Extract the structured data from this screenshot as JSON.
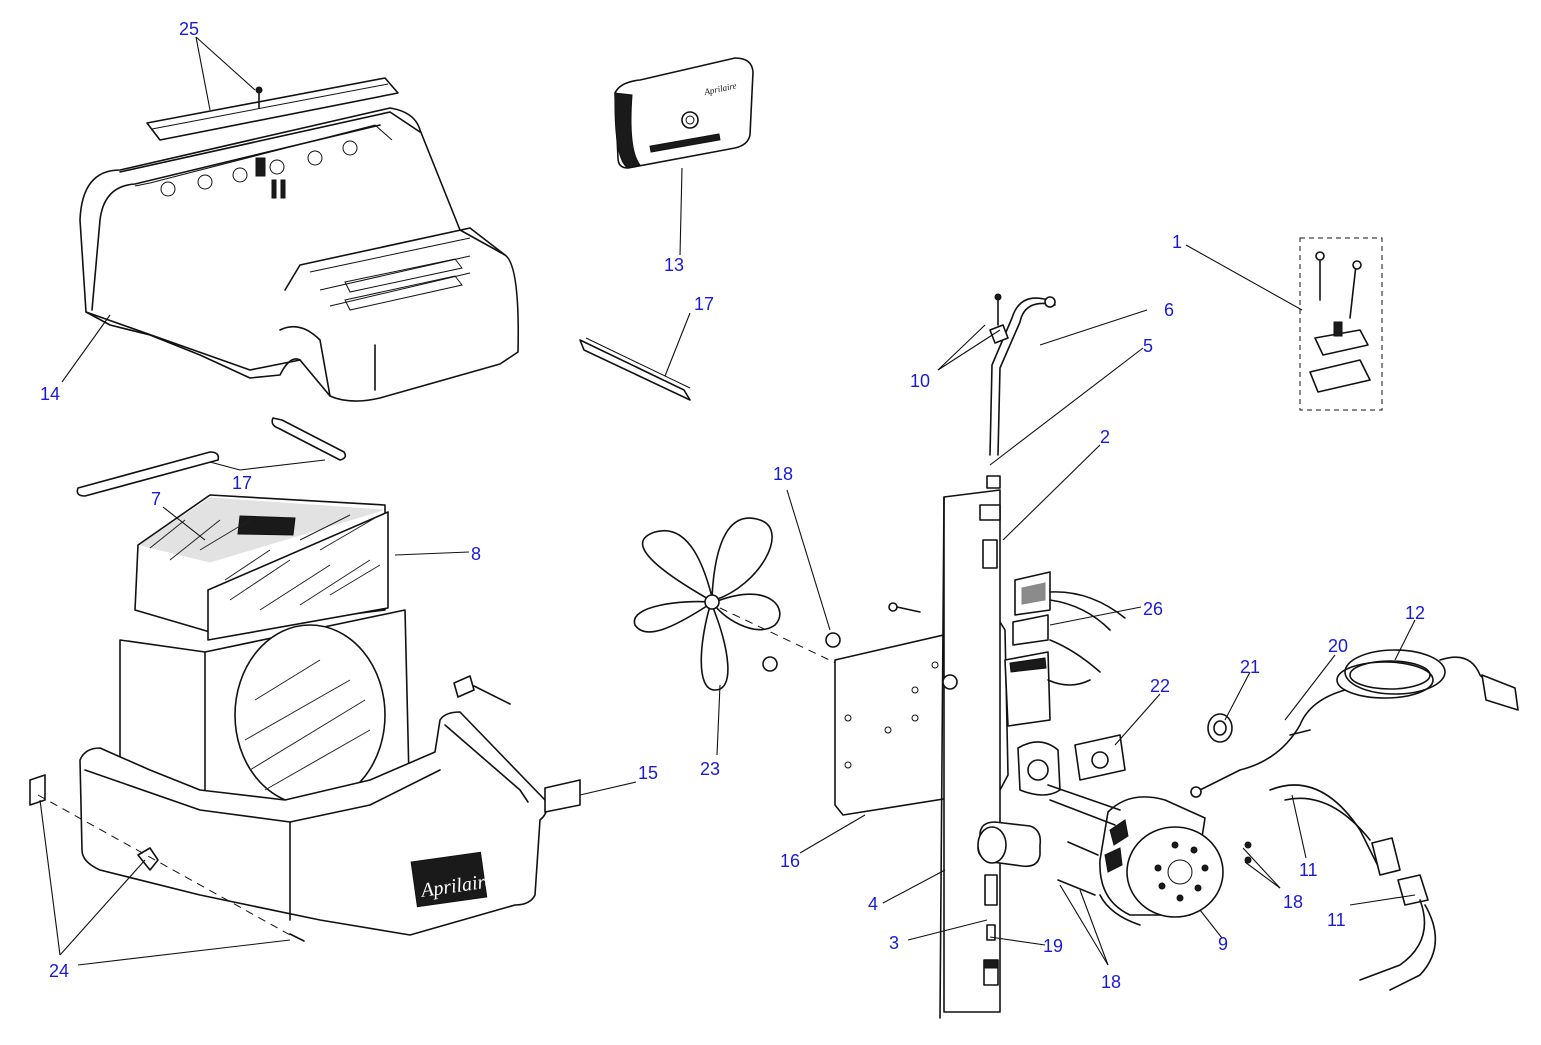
{
  "diagram": {
    "callouts": [
      "25",
      "13",
      "1",
      "6",
      "17",
      "5",
      "10",
      "2",
      "14",
      "17",
      "18",
      "7",
      "8",
      "26",
      "12",
      "20",
      "21",
      "22",
      "15",
      "23",
      "16",
      "11",
      "18",
      "11",
      "4",
      "9",
      "3",
      "19",
      "24",
      "18"
    ],
    "brand_on_housing": "Aprilaire",
    "brand_on_humidistat": "Aprilaire"
  },
  "colors": {
    "callout_text": "#1a1ad6",
    "line_art": "#111111",
    "background": "#ffffff"
  }
}
